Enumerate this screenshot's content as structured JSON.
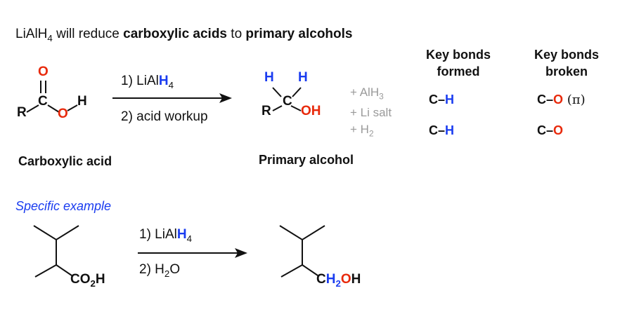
{
  "title": {
    "prefix": "LiAlH",
    "sub": "4",
    "mid1": " will reduce ",
    "bold1": "carboxylic acids",
    "mid2": " to ",
    "bold2": "primary alcohols"
  },
  "reaction1": {
    "acid_atoms": {
      "O": "O",
      "C": "C",
      "R": "R",
      "OH_O": "O",
      "OH_H": "H"
    },
    "reagent1_prefix": "1) LiAl",
    "reagent1_H": "H",
    "reagent1_sub": "4",
    "reagent2": "2) acid workup",
    "alcohol_atoms": {
      "H1": "H",
      "H2": "H",
      "C": "C",
      "R": "R",
      "OH": "OH"
    },
    "byproducts": {
      "line1_prefix": "+ AlH",
      "line1_sub": "3",
      "line2": "+ Li salt",
      "line3_prefix": "+ H",
      "line3_sub": "2"
    },
    "reactant_label": "Carboxylic acid",
    "product_label": "Primary alcohol"
  },
  "bonds_table": {
    "formed_header": [
      "Key bonds",
      "formed"
    ],
    "broken_header": [
      "Key bonds",
      "broken"
    ],
    "formed": [
      {
        "C": "C–",
        "X": "H"
      },
      {
        "C": "C–",
        "X": "H"
      }
    ],
    "broken": [
      {
        "C": "C–",
        "X": "O",
        "suffix": " (π)"
      },
      {
        "C": "C–",
        "X": "O",
        "suffix": ""
      }
    ]
  },
  "specific_example": {
    "heading": "Specific example",
    "reactant_group": {
      "C": "CO",
      "sub": "2",
      "H": "H"
    },
    "reagent1_prefix": "1) LiAl",
    "reagent1_H": "H",
    "reagent1_sub": "4",
    "reagent2_prefix": "2) H",
    "reagent2_sub": "2",
    "reagent2_suffix": "O",
    "product_group": {
      "C": "C",
      "H": "H",
      "sub": "2",
      "O": "O",
      "H2": "H"
    }
  },
  "colors": {
    "oxygen": "#e8290b",
    "hydrogen": "#1a3cf0",
    "byproduct": "#9a9a9a",
    "heading": "#1a3cf0"
  }
}
